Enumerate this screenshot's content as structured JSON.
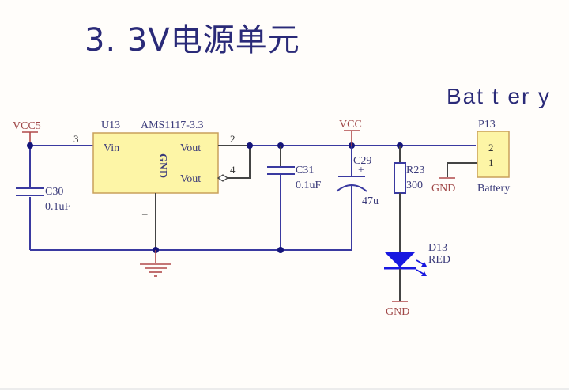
{
  "title": "3. 3V电源单元",
  "battery_heading": "Bat t er y",
  "net_labels": {
    "vcc5": "VCC5",
    "vcc": "VCC",
    "gnd_battery": "GND",
    "gnd_led": "GND"
  },
  "regulator": {
    "designator": "U13",
    "part": "AMS1117-3.3",
    "pin_vin": "Vin",
    "pin_vout1": "Vout",
    "pin_vout2": "Vout",
    "pin_gnd": "GND",
    "pin_num_in": "3",
    "pin_num_out1": "2",
    "pin_num_out2": "4",
    "gnd_pin_mark": "–"
  },
  "capacitors": [
    {
      "designator": "C30",
      "value": "0.1uF"
    },
    {
      "designator": "C31",
      "value": "0.1uF"
    },
    {
      "designator": "C29",
      "value": "47u",
      "polarity": "+"
    }
  ],
  "resistor": {
    "designator": "R23",
    "value": "300"
  },
  "led": {
    "designator": "D13",
    "value": "RED"
  },
  "connector": {
    "designator": "P13",
    "pin2": "2",
    "pin1": "1",
    "comment": "Battery"
  },
  "colors": {
    "wire": "#3a3aa0",
    "power_symbol": "#b04a4a",
    "component_fill": "#fdf5a6",
    "component_border": "#c9a05a",
    "led_fill": "#1818e0",
    "title": "#2a2a78"
  }
}
